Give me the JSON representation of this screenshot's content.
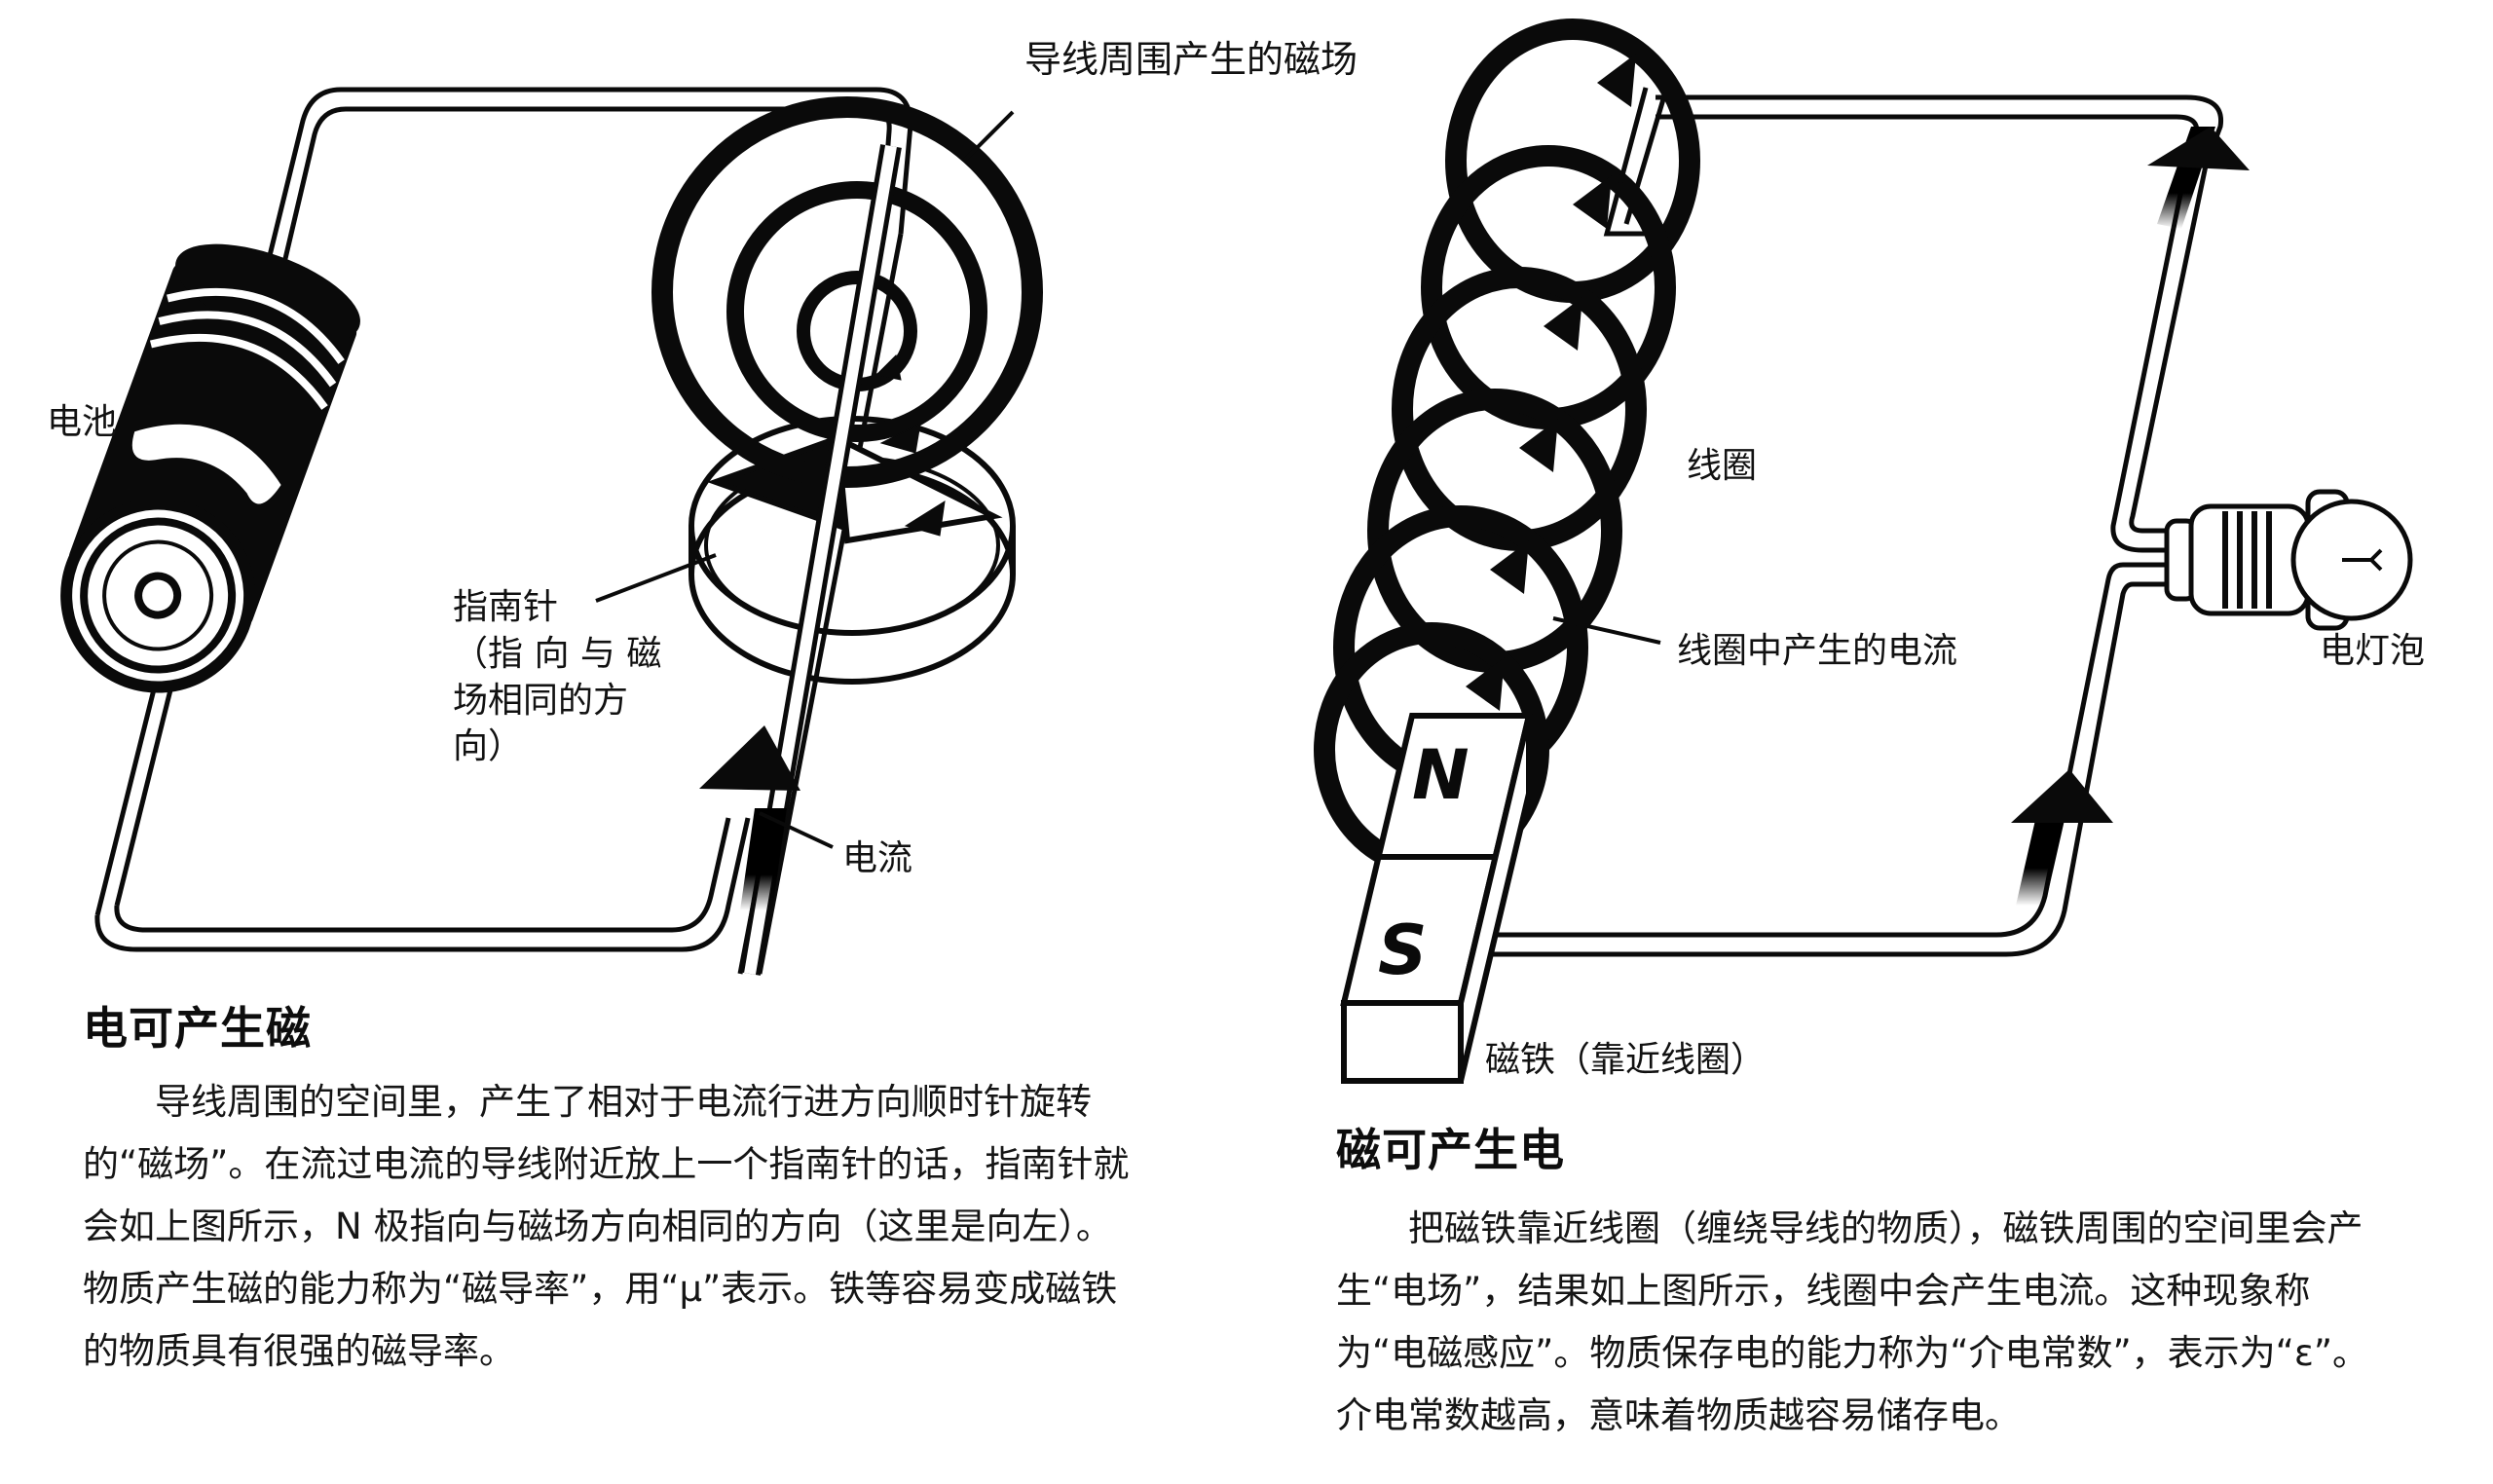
{
  "left_panel": {
    "diagram_labels": {
      "magnetic_field": "导线周围产生的磁场",
      "battery": "电池",
      "compass_title": "指南针",
      "compass_note": "（指 向 与 磁 场相同的方向）",
      "current": "电流"
    },
    "section_title": "电可产生磁",
    "paragraph": "导线周围的空间里，产生了相对于电流行进方向顺时针旋转的“磁场”。在流过电流的导线附近放上一个指南针的话，指南针就会如上图所示，N 极指向与磁场方向相同的方向（这里是向左）。物质产生磁的能力称为“磁导率”，用“μ”表示。铁等容易变成磁铁的物质具有很强的磁导率。"
  },
  "right_panel": {
    "diagram_labels": {
      "coil": "线圈",
      "induced_current": "线圈中产生的电流",
      "bulb": "电灯泡",
      "magnet": "磁铁（靠近线圈）",
      "magnet_north": "N",
      "magnet_south": "S"
    },
    "section_title": "磁可产生电",
    "paragraph": "把磁铁靠近线圈（缠绕导线的物质），磁铁周围的空间里会产生“电场”，结果如上图所示，线圈中会产生电流。这种现象称为“电磁感应”。物质保存电的能力称为“介电常数”，表示为“ε”。介电常数越高，意味着物质越容易储存电。"
  },
  "colors": {
    "ink": "#0a0a0a",
    "paper": "#ffffff",
    "text": "#151515"
  }
}
